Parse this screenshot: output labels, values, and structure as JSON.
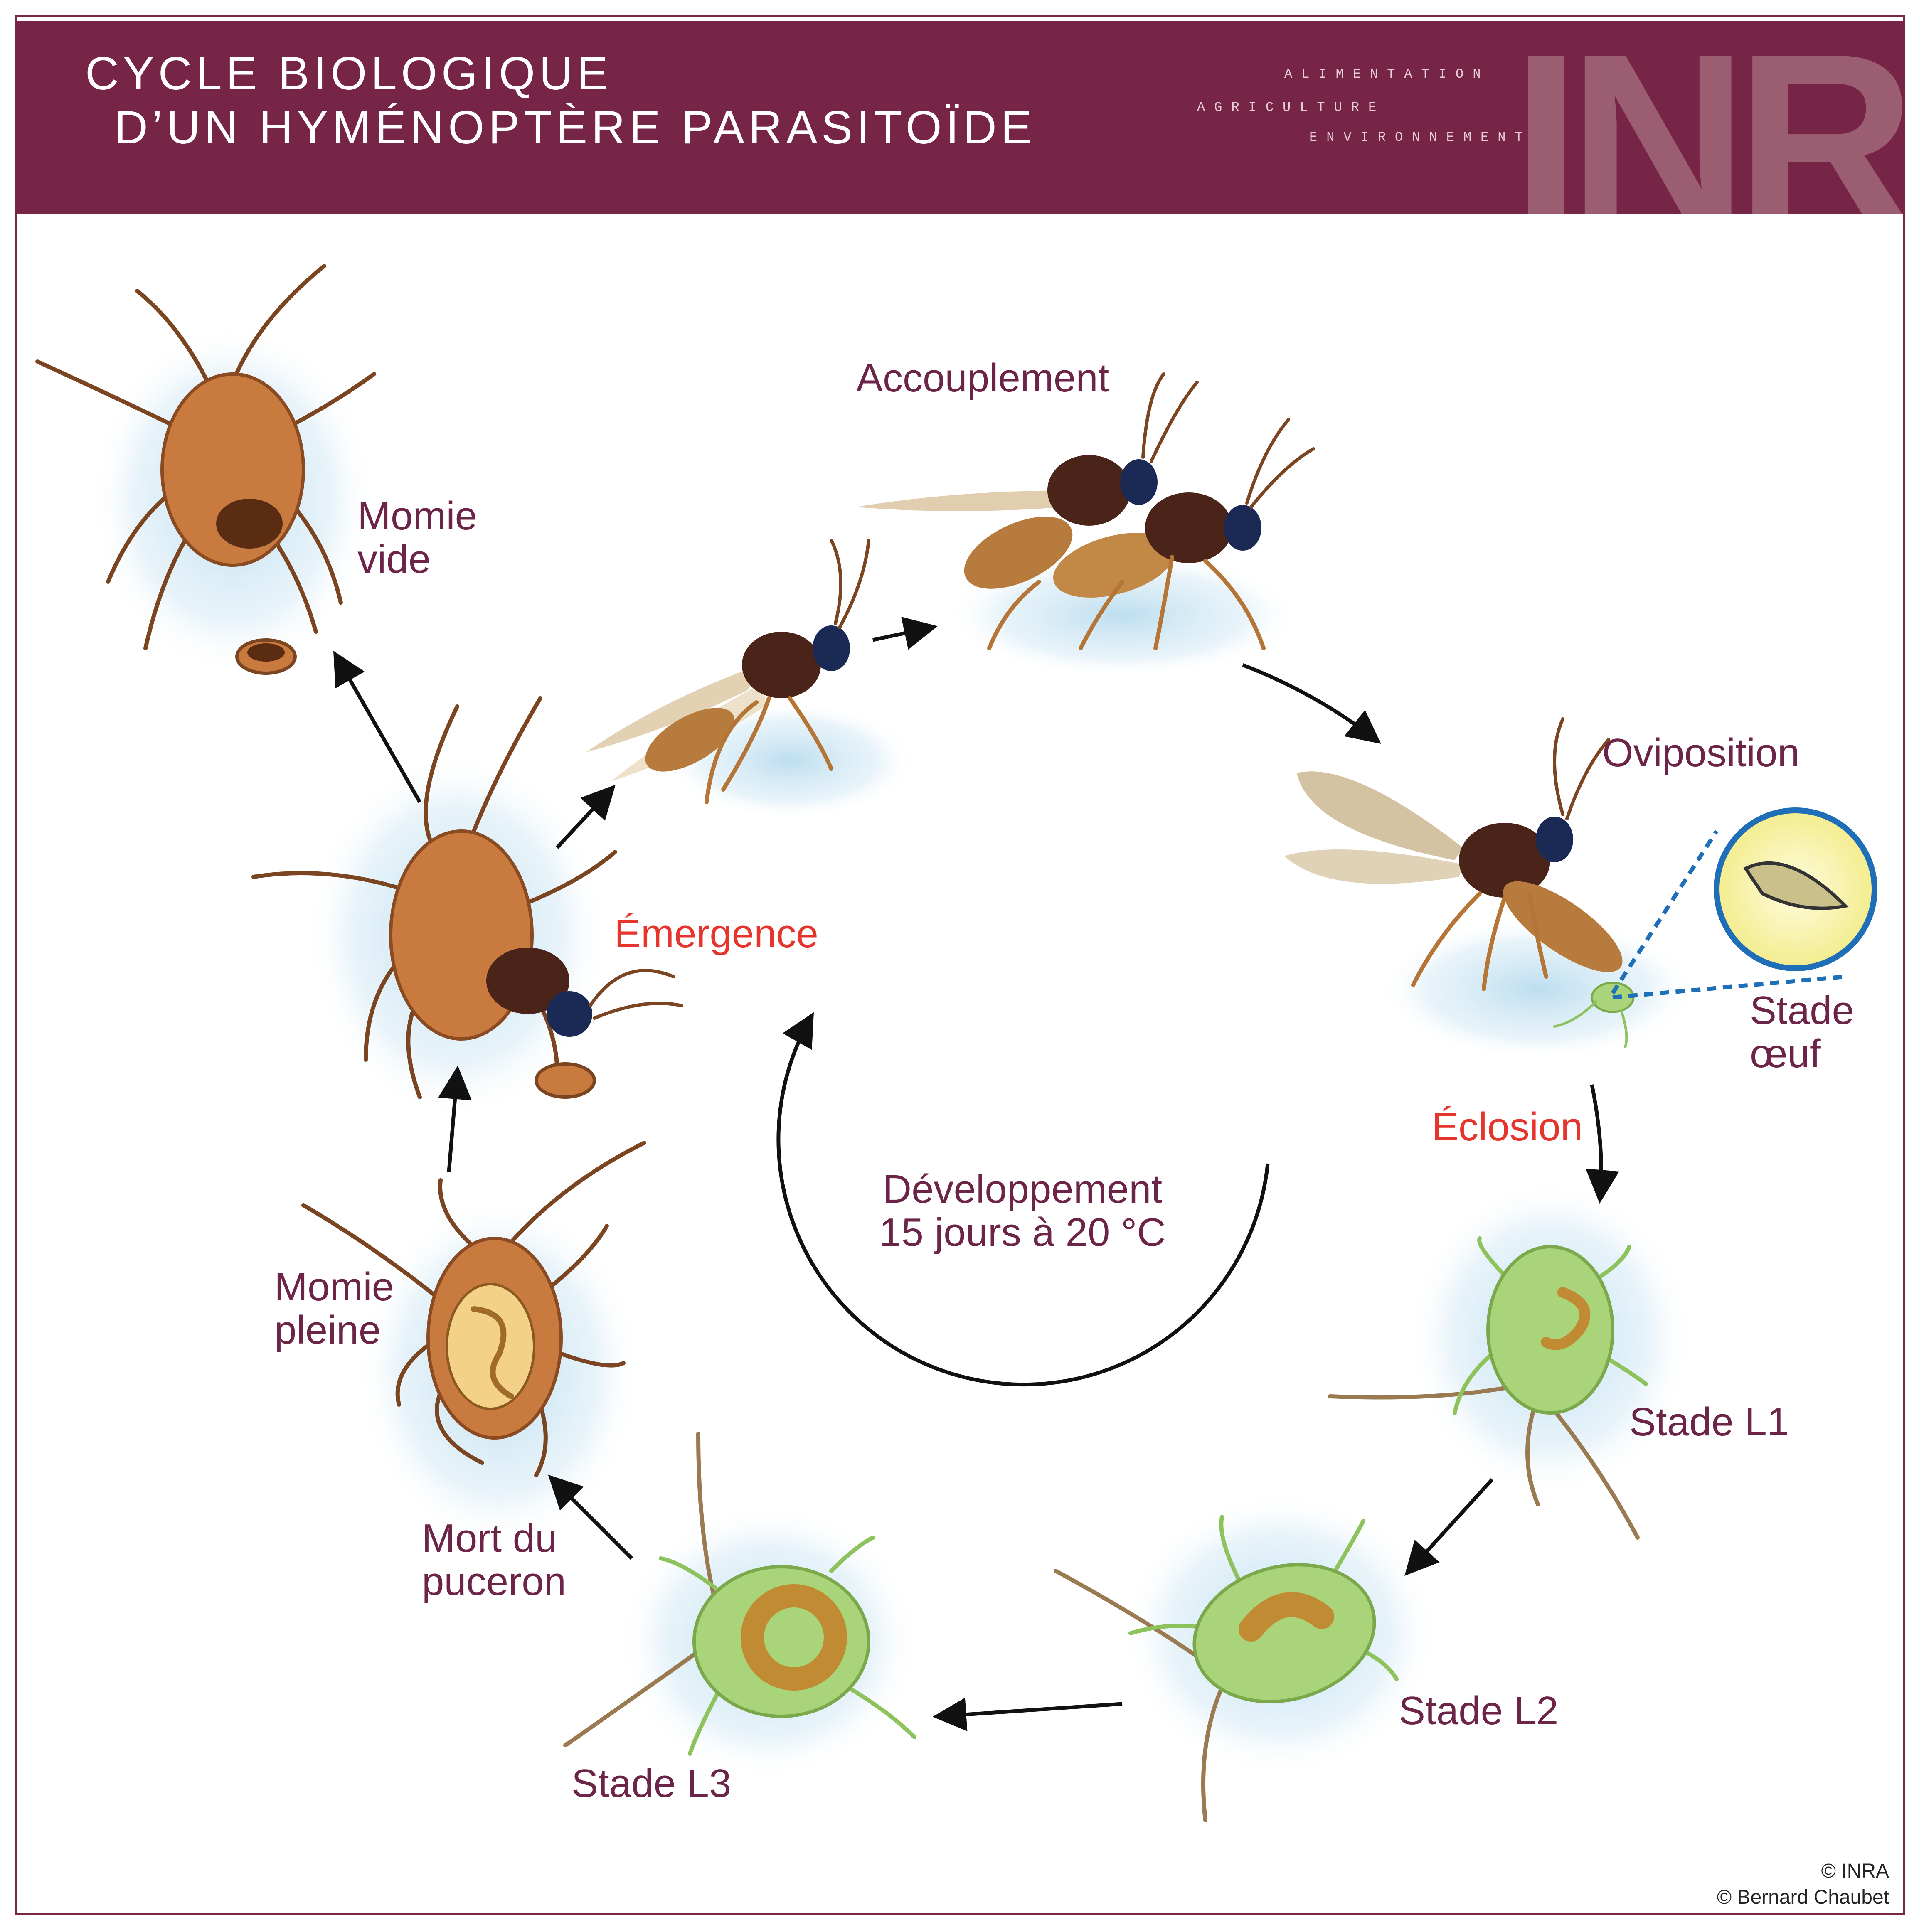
{
  "header": {
    "title_line1": "CYCLE BIOLOGIQUE",
    "title_line2": "D’UN HYMÉNOPTÈRE PARASITOÏDE",
    "tagline_1": "ALIMENTATION",
    "tagline_2": "AGRICULTURE",
    "tagline_3": "ENVIRONNEMENT",
    "logo": "INRA"
  },
  "stages": {
    "accouplement": "Accouplement",
    "oviposition": "Oviposition",
    "stade_oeuf": "Stade\nœuf",
    "eclosion": "Éclosion",
    "stade_l1": "Stade L1",
    "stade_l2": "Stade L2",
    "stade_l3": "Stade L3",
    "mort_puceron": "Mort du\npuceron",
    "momie_pleine": "Momie\npleine",
    "emergence": "Émergence",
    "momie_vide": "Momie\nvide"
  },
  "center": {
    "development": "Développement\n15 jours à 20 °C"
  },
  "credits": {
    "line1": "© INRA",
    "line2": "© Bernard Chaubet"
  },
  "colors": {
    "header_bg": "#772547",
    "label_purple": "#6c2548",
    "label_red": "#e6352d",
    "wasp_body": "#4a2418",
    "aphid_green": "#a9d47a",
    "mummy_brown": "#c97a3e",
    "halo_blue": "#cfe6f3",
    "egg_circle": "#1e6fb8"
  }
}
